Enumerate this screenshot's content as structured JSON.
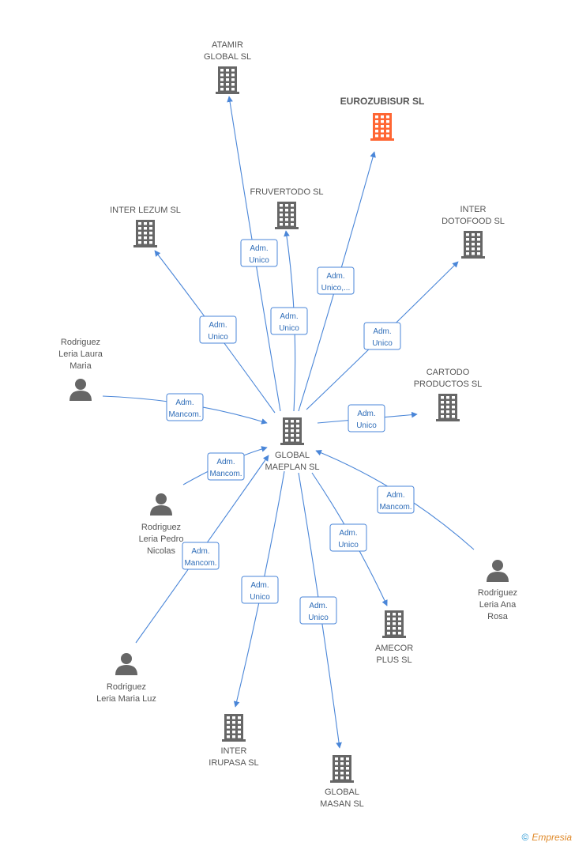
{
  "colors": {
    "edge": "#4a86d8",
    "node": "#666666",
    "highlight": "#ff6633",
    "label": "#555555"
  },
  "nodes": [
    {
      "id": "center",
      "type": "company",
      "lines": [
        "GLOBAL",
        "MAEPLAN SL"
      ]
    },
    {
      "id": "atamir",
      "type": "company",
      "lines": [
        "ATAMIR",
        "GLOBAL SL"
      ]
    },
    {
      "id": "eurozubisur",
      "type": "company",
      "highlight": true,
      "lines": [
        "EUROZUBISUR SL"
      ]
    },
    {
      "id": "fruvertodo",
      "type": "company",
      "lines": [
        "FRUVERTODO SL"
      ]
    },
    {
      "id": "interlezum",
      "type": "company",
      "lines": [
        "INTER LEZUM SL"
      ]
    },
    {
      "id": "interdotofood",
      "type": "company",
      "lines": [
        "INTER",
        "DOTOFOOD SL"
      ]
    },
    {
      "id": "cartodo",
      "type": "company",
      "lines": [
        "CARTODO",
        "PRODUCTOS SL"
      ]
    },
    {
      "id": "laura",
      "type": "person",
      "lines": [
        "Rodriguez",
        "Leria Laura",
        "Maria"
      ]
    },
    {
      "id": "pedro",
      "type": "person",
      "lines": [
        "Rodriguez",
        "Leria Pedro",
        "Nicolas"
      ]
    },
    {
      "id": "marialuz",
      "type": "person",
      "lines": [
        "Rodriguez",
        "Leria Maria Luz"
      ]
    },
    {
      "id": "anarosa",
      "type": "person",
      "lines": [
        "Rodriguez",
        "Leria Ana",
        "Rosa"
      ]
    },
    {
      "id": "amecor",
      "type": "company",
      "lines": [
        "AMECOR",
        "PLUS SL"
      ]
    },
    {
      "id": "interirupasa",
      "type": "company",
      "lines": [
        "INTER",
        "IRUPASA SL"
      ]
    },
    {
      "id": "globalmasan",
      "type": "company",
      "lines": [
        "GLOBAL",
        "MASAN SL"
      ]
    }
  ],
  "edges": [
    {
      "from": "center",
      "to": "atamir",
      "lines": [
        "Adm.",
        "Unico"
      ]
    },
    {
      "from": "center",
      "to": "eurozubisur",
      "lines": [
        "Adm.",
        "Unico,..."
      ]
    },
    {
      "from": "center",
      "to": "fruvertodo",
      "lines": [
        "Adm.",
        "Unico"
      ]
    },
    {
      "from": "center",
      "to": "interlezum",
      "lines": [
        "Adm.",
        "Unico"
      ]
    },
    {
      "from": "center",
      "to": "interdotofood",
      "lines": [
        "Adm.",
        "Unico"
      ]
    },
    {
      "from": "center",
      "to": "cartodo",
      "lines": [
        "Adm.",
        "Unico"
      ]
    },
    {
      "from": "laura",
      "to": "center",
      "lines": [
        "Adm.",
        "Mancom."
      ]
    },
    {
      "from": "pedro",
      "to": "center",
      "lines": [
        "Adm.",
        "Mancom."
      ]
    },
    {
      "from": "marialuz",
      "to": "center",
      "lines": [
        "Adm.",
        "Mancom."
      ]
    },
    {
      "from": "anarosa",
      "to": "center",
      "lines": [
        "Adm.",
        "Mancom."
      ]
    },
    {
      "from": "center",
      "to": "amecor",
      "lines": [
        "Adm.",
        "Unico"
      ]
    },
    {
      "from": "center",
      "to": "interirupasa",
      "lines": [
        "Adm.",
        "Unico"
      ]
    },
    {
      "from": "center",
      "to": "globalmasan",
      "lines": [
        "Adm.",
        "Unico"
      ]
    }
  ],
  "footer": {
    "copyright_symbol": "©",
    "brand": "Empresia"
  }
}
